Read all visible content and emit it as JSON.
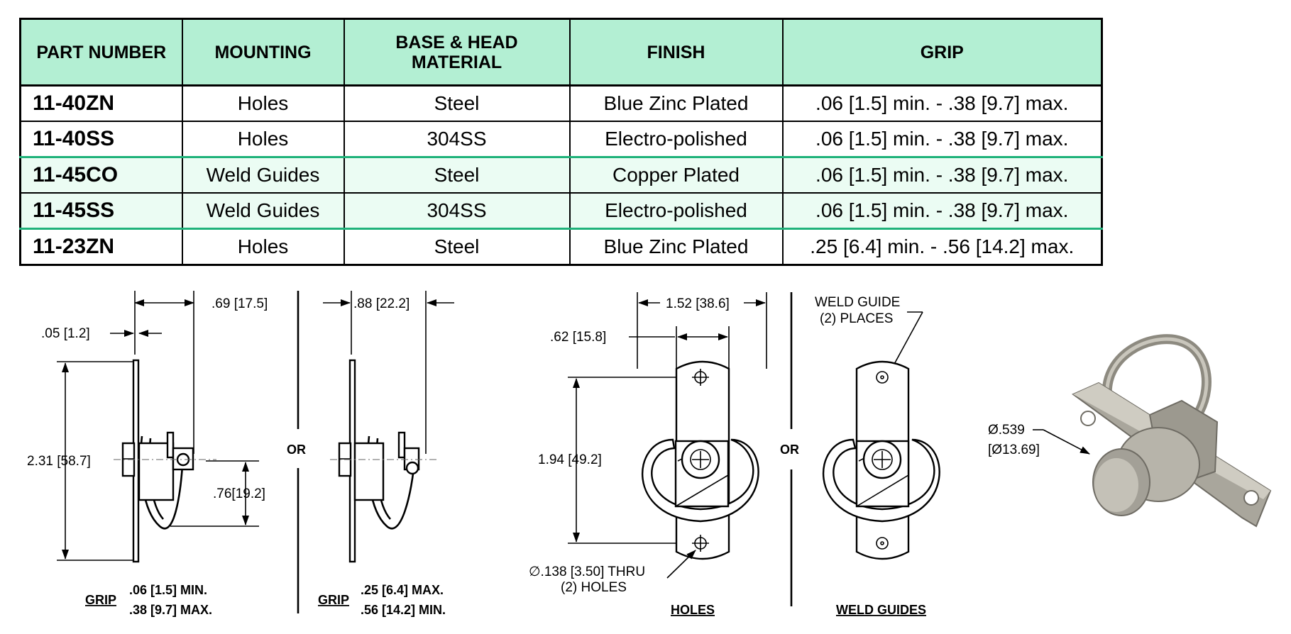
{
  "table": {
    "headers": [
      "PART NUMBER",
      "MOUNTING",
      "BASE & HEAD\nMATERIAL",
      "FINISH",
      "GRIP"
    ],
    "rows": [
      [
        "11-40ZN",
        "Holes",
        "Steel",
        "Blue Zinc Plated",
        ".06 [1.5] min. - .38 [9.7] max."
      ],
      [
        "11-40SS",
        "Holes",
        "304SS",
        "Electro-polished",
        ".06 [1.5] min. - .38 [9.7] max."
      ],
      [
        "11-45CO",
        "Weld Guides",
        "Steel",
        "Copper Plated",
        ".06 [1.5] min. - .38 [9.7] max."
      ],
      [
        "11-45SS",
        "Weld Guides",
        "304SS",
        "Electro-polished",
        ".06 [1.5] min. - .38 [9.7] max."
      ],
      [
        "11-23ZN",
        "Holes",
        "Steel",
        "Blue Zinc Plated",
        ".25 [6.4] min. - .56 [14.2] max."
      ]
    ]
  },
  "drawing": {
    "side_view_1": {
      "dim_width": ".69 [17.5]",
      "dim_thickness": ".05 [1.2]",
      "dim_height": "2.31 [58.7]",
      "dim_ring": ".76[19.2]",
      "grip_label": "GRIP",
      "grip_line1": ".06 [1.5] MIN.",
      "grip_line2": ".38 [9.7] MAX."
    },
    "or_label": "OR",
    "side_view_2": {
      "dim_width": ".88 [22.2]",
      "grip_label": "GRIP",
      "grip_line1": ".25 [6.4] MAX.",
      "grip_line2": ".56 [14.2] MIN."
    },
    "front_view_holes": {
      "dim_width": "1.52 [38.6]",
      "dim_offset": ".62 [15.8]",
      "dim_spacing": "1.94 [49.2]",
      "hole_callout_1": "∅.138 [3.50]  THRU",
      "hole_callout_2": "(2) HOLES",
      "title": "HOLES"
    },
    "front_view_weld": {
      "callout_1": "WELD GUIDE",
      "callout_2": "(2) PLACES",
      "title": "WELD GUIDES"
    },
    "photo": {
      "dim_1": "Ø.539",
      "dim_2": "[Ø13.69]"
    }
  }
}
